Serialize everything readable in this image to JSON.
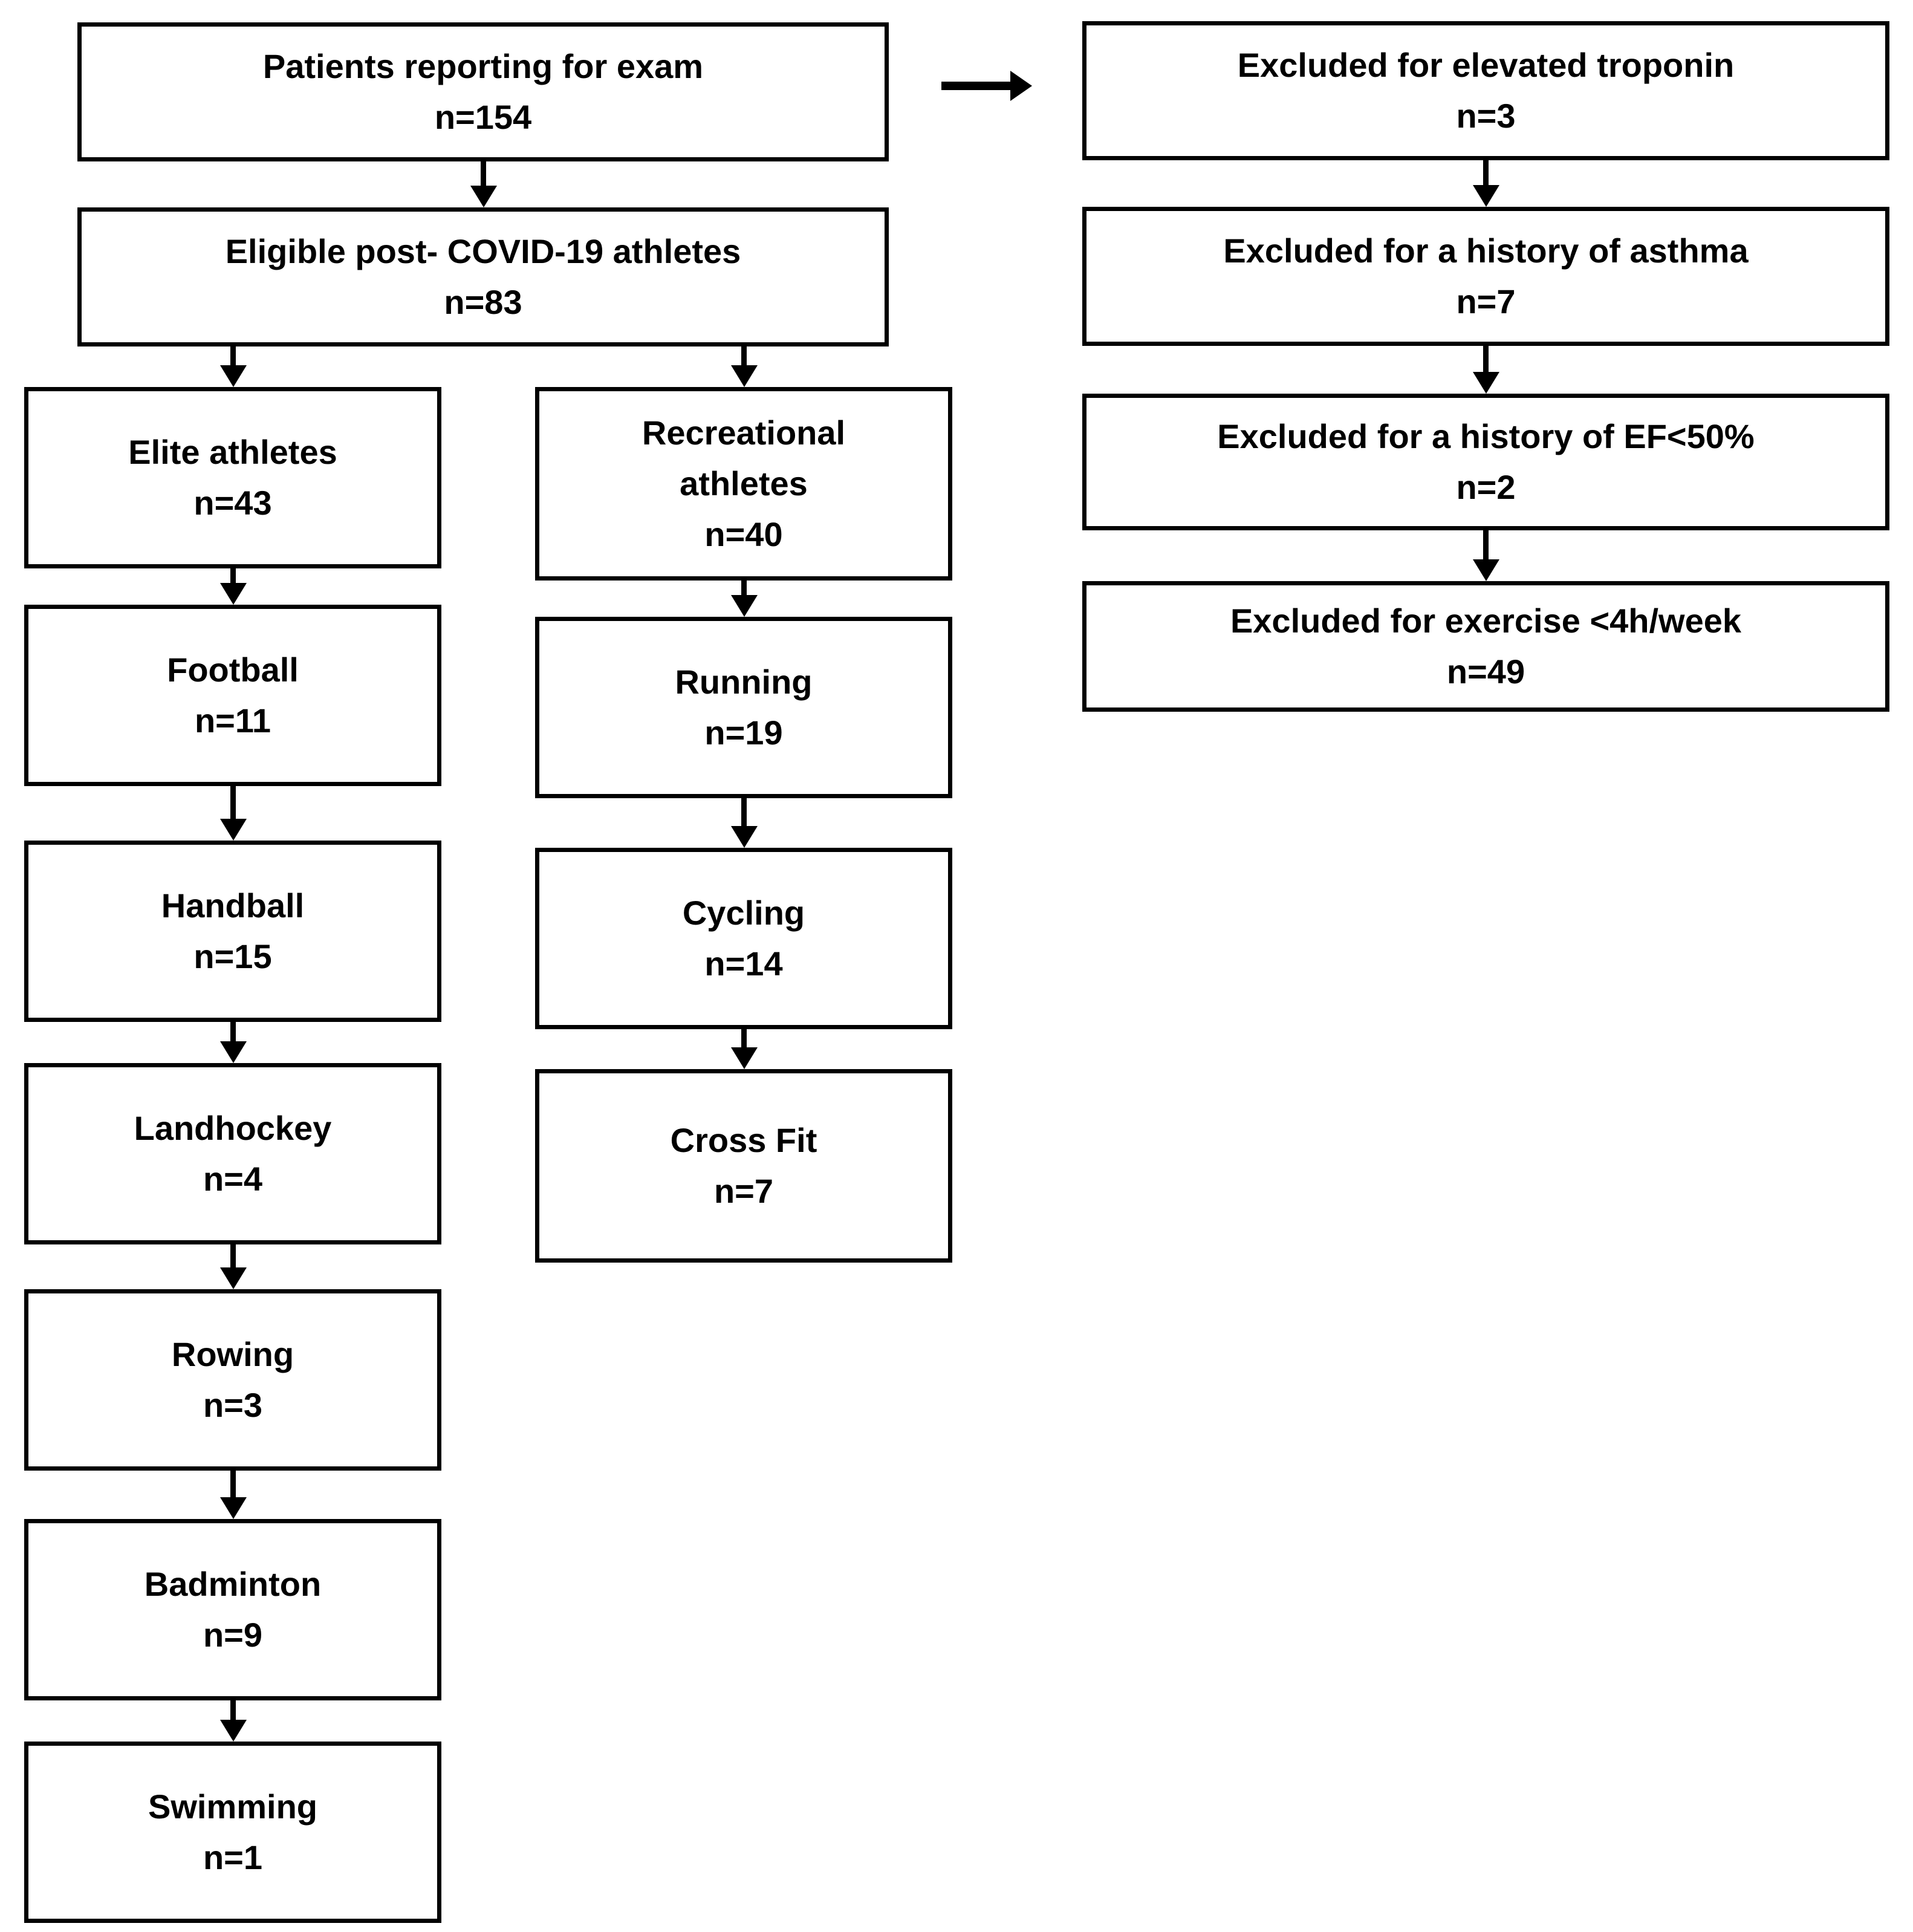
{
  "figure": {
    "type": "flow-diagram",
    "colors": {
      "line": "#000000",
      "text": "#000000",
      "background": "#ffffff"
    },
    "nodes": {
      "patients": {
        "label": "Patients reporting for exam",
        "n": "n=154"
      },
      "excluded_troponin": {
        "label": "Excluded for elevated troponin",
        "n": "n=3"
      },
      "eligible": {
        "label": "Eligible post- COVID-19 athletes",
        "n": "n=83"
      },
      "excluded_asthma": {
        "label": "Excluded for a history of asthma",
        "n": "n=7"
      },
      "excluded_ef": {
        "label": "Excluded for a history of EF<50%",
        "n": "n=2"
      },
      "excluded_exercise": {
        "label": "Excluded for exercise <4h/week",
        "n": "n=49"
      },
      "elite": {
        "label": "Elite athletes",
        "n": "n=43"
      },
      "recreational": {
        "label": "Recreational athletes",
        "n": "n=40"
      },
      "football": {
        "label": "Football",
        "n": "n=11"
      },
      "handball": {
        "label": "Handball",
        "n": "n=15"
      },
      "landhockey": {
        "label": "Landhockey",
        "n": "n=4"
      },
      "rowing": {
        "label": "Rowing",
        "n": "n=3"
      },
      "badminton": {
        "label": "Badminton",
        "n": "n=9"
      },
      "swimming": {
        "label": "Swimming",
        "n": "n=1"
      },
      "running": {
        "label": "Running",
        "n": "n=19"
      },
      "cycling": {
        "label": "Cycling",
        "n": "n=14"
      },
      "crossfit": {
        "label": "Cross Fit",
        "n": "n=7"
      }
    }
  }
}
